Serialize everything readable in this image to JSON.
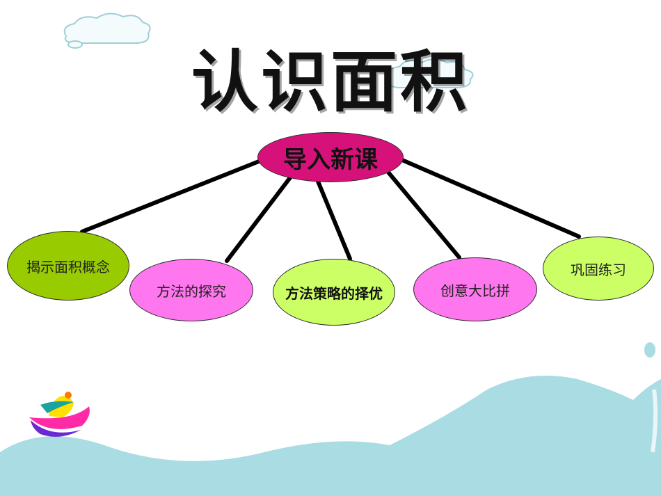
{
  "title": "认识面积",
  "root": {
    "label": "导入新课",
    "color": "#d6127a"
  },
  "children": [
    {
      "label": "揭示面积概念",
      "color": "#99cc00"
    },
    {
      "label": "方法的探究",
      "color": "#ff77ee"
    },
    {
      "label": "方法策略的择优",
      "color": "#ccff66"
    },
    {
      "label": "创意大比拼",
      "color": "#ff77ee"
    },
    {
      "label": "巩固练习",
      "color": "#ccff66"
    }
  ],
  "colors": {
    "wave": "#a9dce3",
    "cloud_outline": "#9fcfd6",
    "connector": "#000000"
  }
}
